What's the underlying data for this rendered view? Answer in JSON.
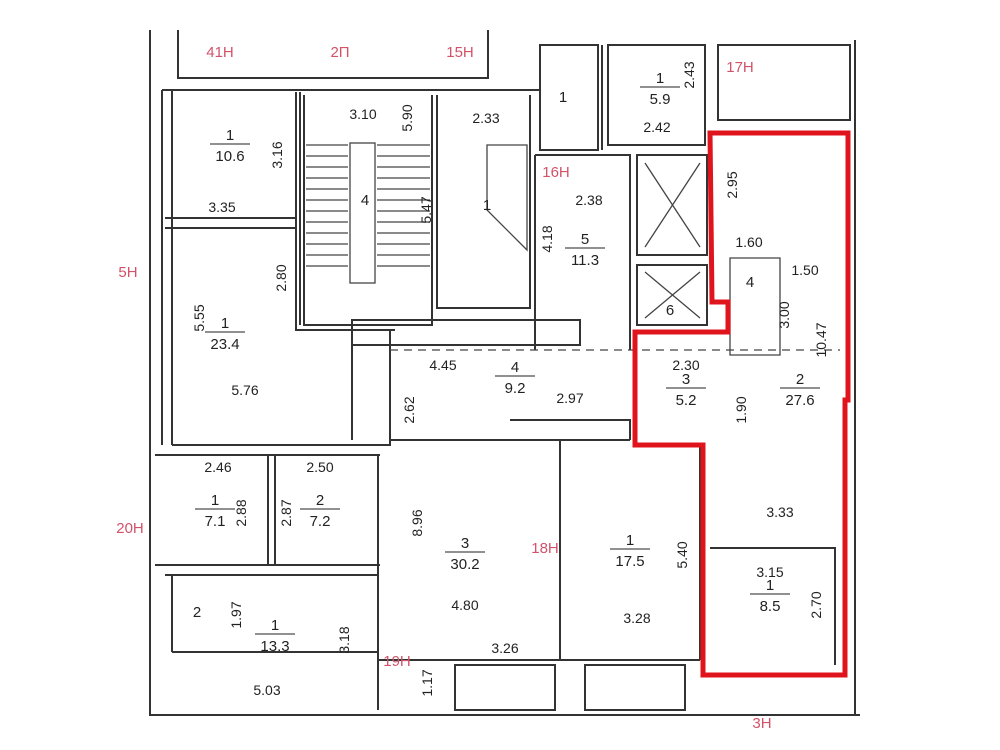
{
  "plan": {
    "highlight_color": "#e0141c",
    "tag_color": "#d2526a",
    "entrance_tags": [
      "41Н",
      "2П",
      "15Н",
      "17Н",
      "16Н",
      "5Н",
      "20Н",
      "18Н",
      "19Н",
      "3Н"
    ],
    "rooms": [
      {
        "number": "1",
        "area": "10.6"
      },
      {
        "number": "1",
        "area": "23.4"
      },
      {
        "number": "4",
        "area": "9.2"
      },
      {
        "number": "3",
        "area": "5.2"
      },
      {
        "number": "2",
        "area": "27.6"
      },
      {
        "number": "1",
        "area": "7.1"
      },
      {
        "number": "2",
        "area": "7.2"
      },
      {
        "number": "3",
        "area": "30.2"
      },
      {
        "number": "1",
        "area": "17.5"
      },
      {
        "number": "1",
        "area": "8.5"
      },
      {
        "number": "1",
        "area": "13.3"
      },
      {
        "number": "5",
        "area": "11.3"
      },
      {
        "number": "1",
        "area": "5.9"
      }
    ],
    "room_numbers_only": [
      "4",
      "1",
      "1",
      "6",
      "4",
      "2"
    ],
    "dimensions": [
      "3.10",
      "5.90",
      "2.33",
      "3.16",
      "3.35",
      "5.47",
      "2.38",
      "4.18",
      "2.95",
      "1.60",
      "1.50",
      "3.00",
      "10.47",
      "2.42",
      "2.43",
      "5.55",
      "2.80",
      "5.76",
      "4.45",
      "2.30",
      "2.62",
      "2.97",
      "1.90",
      "2.46",
      "2.88",
      "2.87",
      "2.50",
      "8.96",
      "4.80",
      "5.40",
      "3.28",
      "3.33",
      "3.15",
      "2.70",
      "1.97",
      "3.18",
      "3.26",
      "5.03",
      "1.17"
    ]
  }
}
